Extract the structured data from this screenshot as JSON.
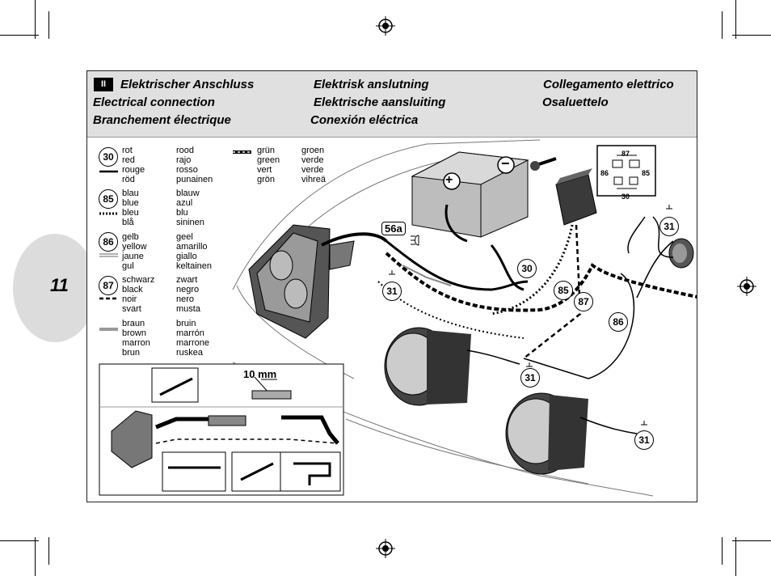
{
  "page": {
    "number": "11"
  },
  "header": {
    "badge": "II",
    "col1": [
      "Elektrischer Anschluss",
      "Electrical connection",
      "Branchement électrique"
    ],
    "col2": [
      "Elektrisk anslutning",
      "Elektrische aansluiting",
      "Conexión eléctrica"
    ],
    "col3": [
      "Collegamento elettrico",
      "Osaluettelo"
    ]
  },
  "legend": [
    {
      "terminal": "30",
      "names_a": [
        "rot",
        "red",
        "rouge",
        "röd"
      ],
      "names_b": [
        "rood",
        "rajo",
        "rosso",
        "punainen"
      ],
      "wire": "solid-black"
    },
    {
      "terminal": "85",
      "names_a": [
        "blau",
        "blue",
        "bleu",
        "blå"
      ],
      "names_b": [
        "blauw",
        "azul",
        "blu",
        "sininen"
      ],
      "wire": "dotted"
    },
    {
      "terminal": "86",
      "names_a": [
        "gelb",
        "yellow",
        "jaune",
        "gul"
      ],
      "names_b": [
        "geel",
        "amarillo",
        "giallo",
        "keltainen"
      ],
      "wire": "double-thin"
    },
    {
      "terminal": "87",
      "names_a": [
        "schwarz",
        "black",
        "noir",
        "svart"
      ],
      "names_b": [
        "zwart",
        "negro",
        "nero",
        "musta"
      ],
      "wire": "dashed"
    },
    {
      "terminal": "",
      "names_a": [
        "braun",
        "brown",
        "marron",
        "brun"
      ],
      "names_b": [
        "bruin",
        "marrón",
        "marrone",
        "ruskea"
      ],
      "wire": "grey-thick"
    }
  ],
  "legend_green": {
    "names_a": [
      "grün",
      "green",
      "vert",
      "grön"
    ],
    "names_b": [
      "groen",
      "verde",
      "verde",
      "vihreä"
    ],
    "wire": "black-white-dash"
  },
  "labels": {
    "t30": "30",
    "t85": "85",
    "t87": "87",
    "t86": "86",
    "t56a": "56a",
    "ground": "31",
    "relay_87": "87",
    "relay_86": "86",
    "relay_85": "85",
    "relay_30": "30",
    "battery_plus": "+",
    "battery_minus": "−"
  },
  "inset": {
    "strip_length": "10 mm"
  },
  "icons": [
    "registration-mark-icon",
    "battery-icon",
    "relay-icon",
    "headlamp-icon",
    "fog-lamp-icon",
    "switch-icon",
    "screw-icon",
    "wire-stripper-icon",
    "crimping-pliers-icon",
    "heat-gun-icon",
    "ground-symbol-icon",
    "fog-light-symbol-icon"
  ]
}
